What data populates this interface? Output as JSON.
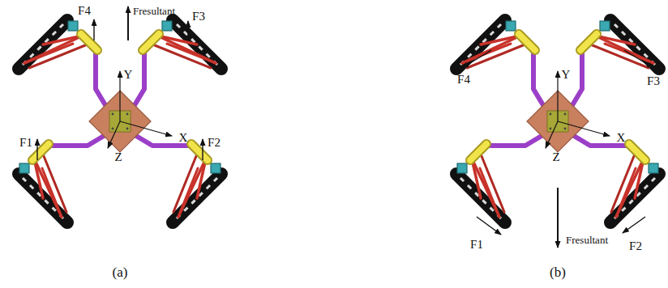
{
  "diagram": {
    "labels": [
      "F4",
      "F3",
      "Fresultant",
      "Y",
      "X",
      "Z",
      "F1",
      "F2",
      "(a)",
      "F4",
      "F3",
      "Y",
      "X",
      "Z",
      "F1",
      "Fresultant",
      "F2",
      "(b)"
    ]
  }
}
